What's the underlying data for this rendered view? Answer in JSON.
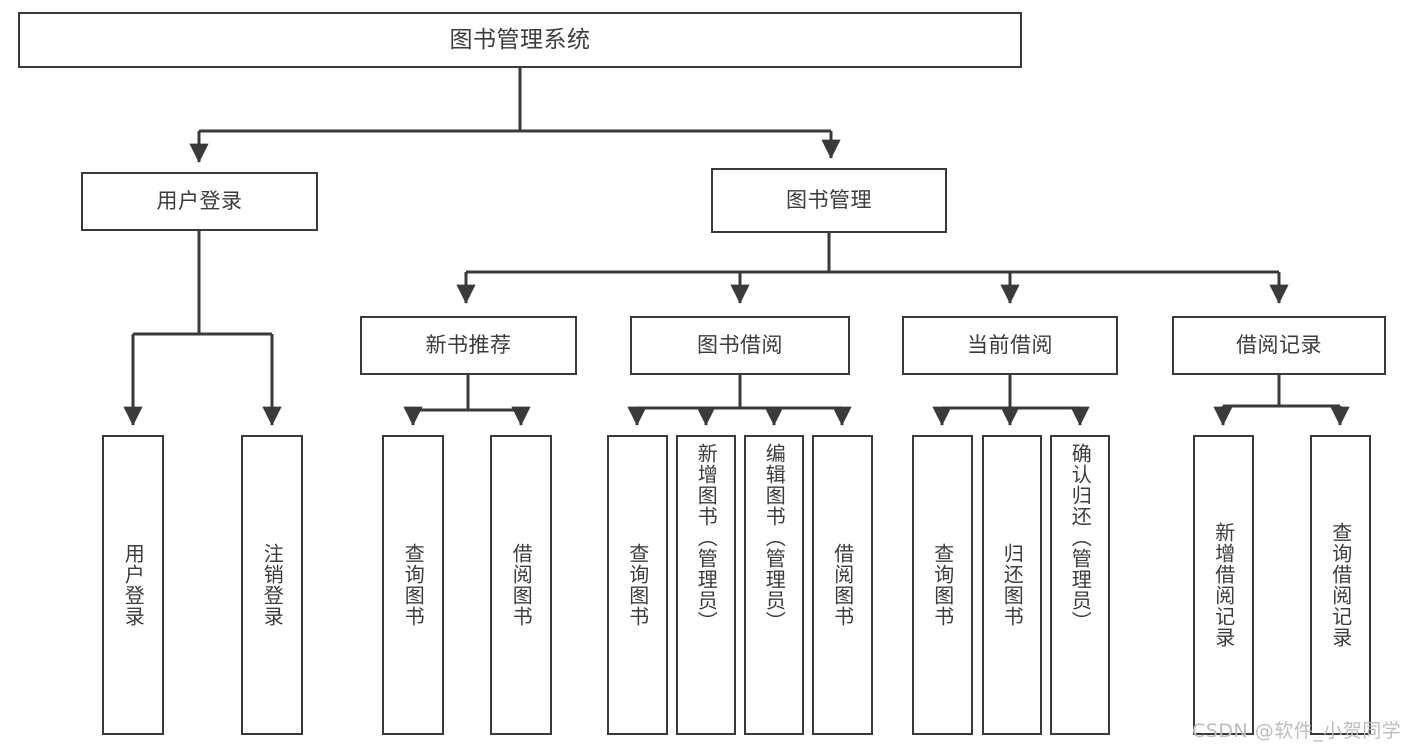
{
  "diagram": {
    "title": "图书管理系统",
    "type": "tree",
    "watermark": "CSDN @软件_小贺同学",
    "colors": {
      "box_border": "#3a3a3a",
      "box_fill": "#ffffff",
      "text": "#3c3c3c",
      "edge": "#3a3a3a",
      "watermark": "#bdbdbd",
      "background": "#ffffff"
    },
    "root": {
      "label": "图书管理系统"
    },
    "level2": [
      {
        "id": "user-login",
        "label": "用户登录"
      },
      {
        "id": "book-manage",
        "label": "图书管理"
      }
    ],
    "level3": [
      {
        "id": "new-book-recommend",
        "label": "新书推荐",
        "parent": "book-manage"
      },
      {
        "id": "book-borrow",
        "label": "图书借阅",
        "parent": "book-manage"
      },
      {
        "id": "current-borrow",
        "label": "当前借阅",
        "parent": "book-manage"
      },
      {
        "id": "borrow-record",
        "label": "借阅记录",
        "parent": "book-manage"
      }
    ],
    "leaves": {
      "user_login": [
        {
          "id": "leaf-user-login",
          "label": "用户登录"
        },
        {
          "id": "leaf-logout-login",
          "label": "注销登录"
        }
      ],
      "new_book_recommend": [
        {
          "id": "leaf-query-book-1",
          "label": "查询图书"
        },
        {
          "id": "leaf-borrow-book-1",
          "label": "借阅图书"
        }
      ],
      "book_borrow": [
        {
          "id": "leaf-query-book-2",
          "label": "查询图书"
        },
        {
          "id": "leaf-add-book",
          "label": "新增图书（管理员）"
        },
        {
          "id": "leaf-edit-book",
          "label": "编辑图书（管理员）"
        },
        {
          "id": "leaf-borrow-book-2",
          "label": "借阅图书"
        }
      ],
      "current_borrow": [
        {
          "id": "leaf-query-book-3",
          "label": "查询图书"
        },
        {
          "id": "leaf-return-book",
          "label": "归还图书"
        },
        {
          "id": "leaf-confirm-return",
          "label": "确认归还（管理员）"
        }
      ],
      "borrow_record": [
        {
          "id": "leaf-add-record",
          "label": "新增借阅记录"
        },
        {
          "id": "leaf-query-record",
          "label": "查询借阅记录"
        }
      ]
    }
  }
}
